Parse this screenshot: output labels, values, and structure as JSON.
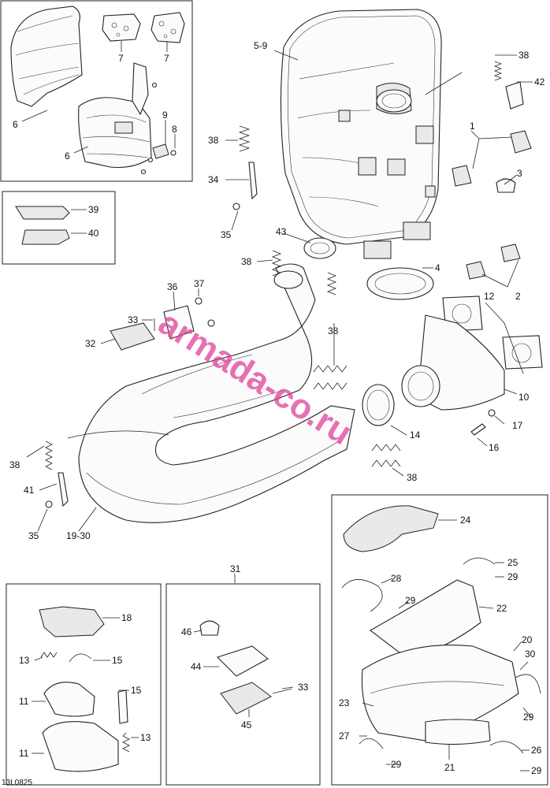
{
  "diagram": {
    "drawing_code": "13L0825",
    "watermark": "armada-co.ru",
    "callouts": [
      {
        "id": "c-6a",
        "text": "6"
      },
      {
        "id": "c-6b",
        "text": "6"
      },
      {
        "id": "c-7a",
        "text": "7"
      },
      {
        "id": "c-7b",
        "text": "7"
      },
      {
        "id": "c-9",
        "text": "9"
      },
      {
        "id": "c-8",
        "text": "8"
      },
      {
        "id": "c-39",
        "text": "39"
      },
      {
        "id": "c-40",
        "text": "40"
      },
      {
        "id": "c-5-9",
        "text": "5-9"
      },
      {
        "id": "c-38a",
        "text": "38"
      },
      {
        "id": "c-42",
        "text": "42"
      },
      {
        "id": "c-1",
        "text": "1"
      },
      {
        "id": "c-3",
        "text": "3"
      },
      {
        "id": "c-38b",
        "text": "38"
      },
      {
        "id": "c-34",
        "text": "34"
      },
      {
        "id": "c-35a",
        "text": "35"
      },
      {
        "id": "c-43",
        "text": "43"
      },
      {
        "id": "c-38c",
        "text": "38"
      },
      {
        "id": "c-4",
        "text": "4"
      },
      {
        "id": "c-2",
        "text": "2"
      },
      {
        "id": "c-36",
        "text": "36"
      },
      {
        "id": "c-37",
        "text": "37"
      },
      {
        "id": "c-33a",
        "text": "33"
      },
      {
        "id": "c-32",
        "text": "32"
      },
      {
        "id": "c-38d",
        "text": "38"
      },
      {
        "id": "c-12",
        "text": "12"
      },
      {
        "id": "c-10",
        "text": "10"
      },
      {
        "id": "c-17",
        "text": "17"
      },
      {
        "id": "c-16",
        "text": "16"
      },
      {
        "id": "c-14",
        "text": "14"
      },
      {
        "id": "c-38e",
        "text": "38"
      },
      {
        "id": "c-38f",
        "text": "38"
      },
      {
        "id": "c-41",
        "text": "41"
      },
      {
        "id": "c-35b",
        "text": "35"
      },
      {
        "id": "c-19-30",
        "text": "19-30"
      },
      {
        "id": "c-24",
        "text": "24"
      },
      {
        "id": "c-31",
        "text": "31"
      },
      {
        "id": "c-25",
        "text": "25"
      },
      {
        "id": "c-29a",
        "text": "29"
      },
      {
        "id": "c-28",
        "text": "28"
      },
      {
        "id": "c-29b",
        "text": "29"
      },
      {
        "id": "c-22",
        "text": "22"
      },
      {
        "id": "c-18",
        "text": "18"
      },
      {
        "id": "c-46",
        "text": "46"
      },
      {
        "id": "c-20",
        "text": "20"
      },
      {
        "id": "c-30",
        "text": "30"
      },
      {
        "id": "c-13a",
        "text": "13"
      },
      {
        "id": "c-15a",
        "text": "15"
      },
      {
        "id": "c-44",
        "text": "44"
      },
      {
        "id": "c-33b",
        "text": "33"
      },
      {
        "id": "c-11a",
        "text": "11"
      },
      {
        "id": "c-15b",
        "text": "15"
      },
      {
        "id": "c-23",
        "text": "23"
      },
      {
        "id": "c-45",
        "text": "45"
      },
      {
        "id": "c-29c",
        "text": "29"
      },
      {
        "id": "c-27",
        "text": "27"
      },
      {
        "id": "c-13b",
        "text": "13"
      },
      {
        "id": "c-11b",
        "text": "11"
      },
      {
        "id": "c-29d",
        "text": "29"
      },
      {
        "id": "c-21",
        "text": "21"
      },
      {
        "id": "c-26",
        "text": "26"
      },
      {
        "id": "c-29e",
        "text": "29"
      }
    ]
  }
}
